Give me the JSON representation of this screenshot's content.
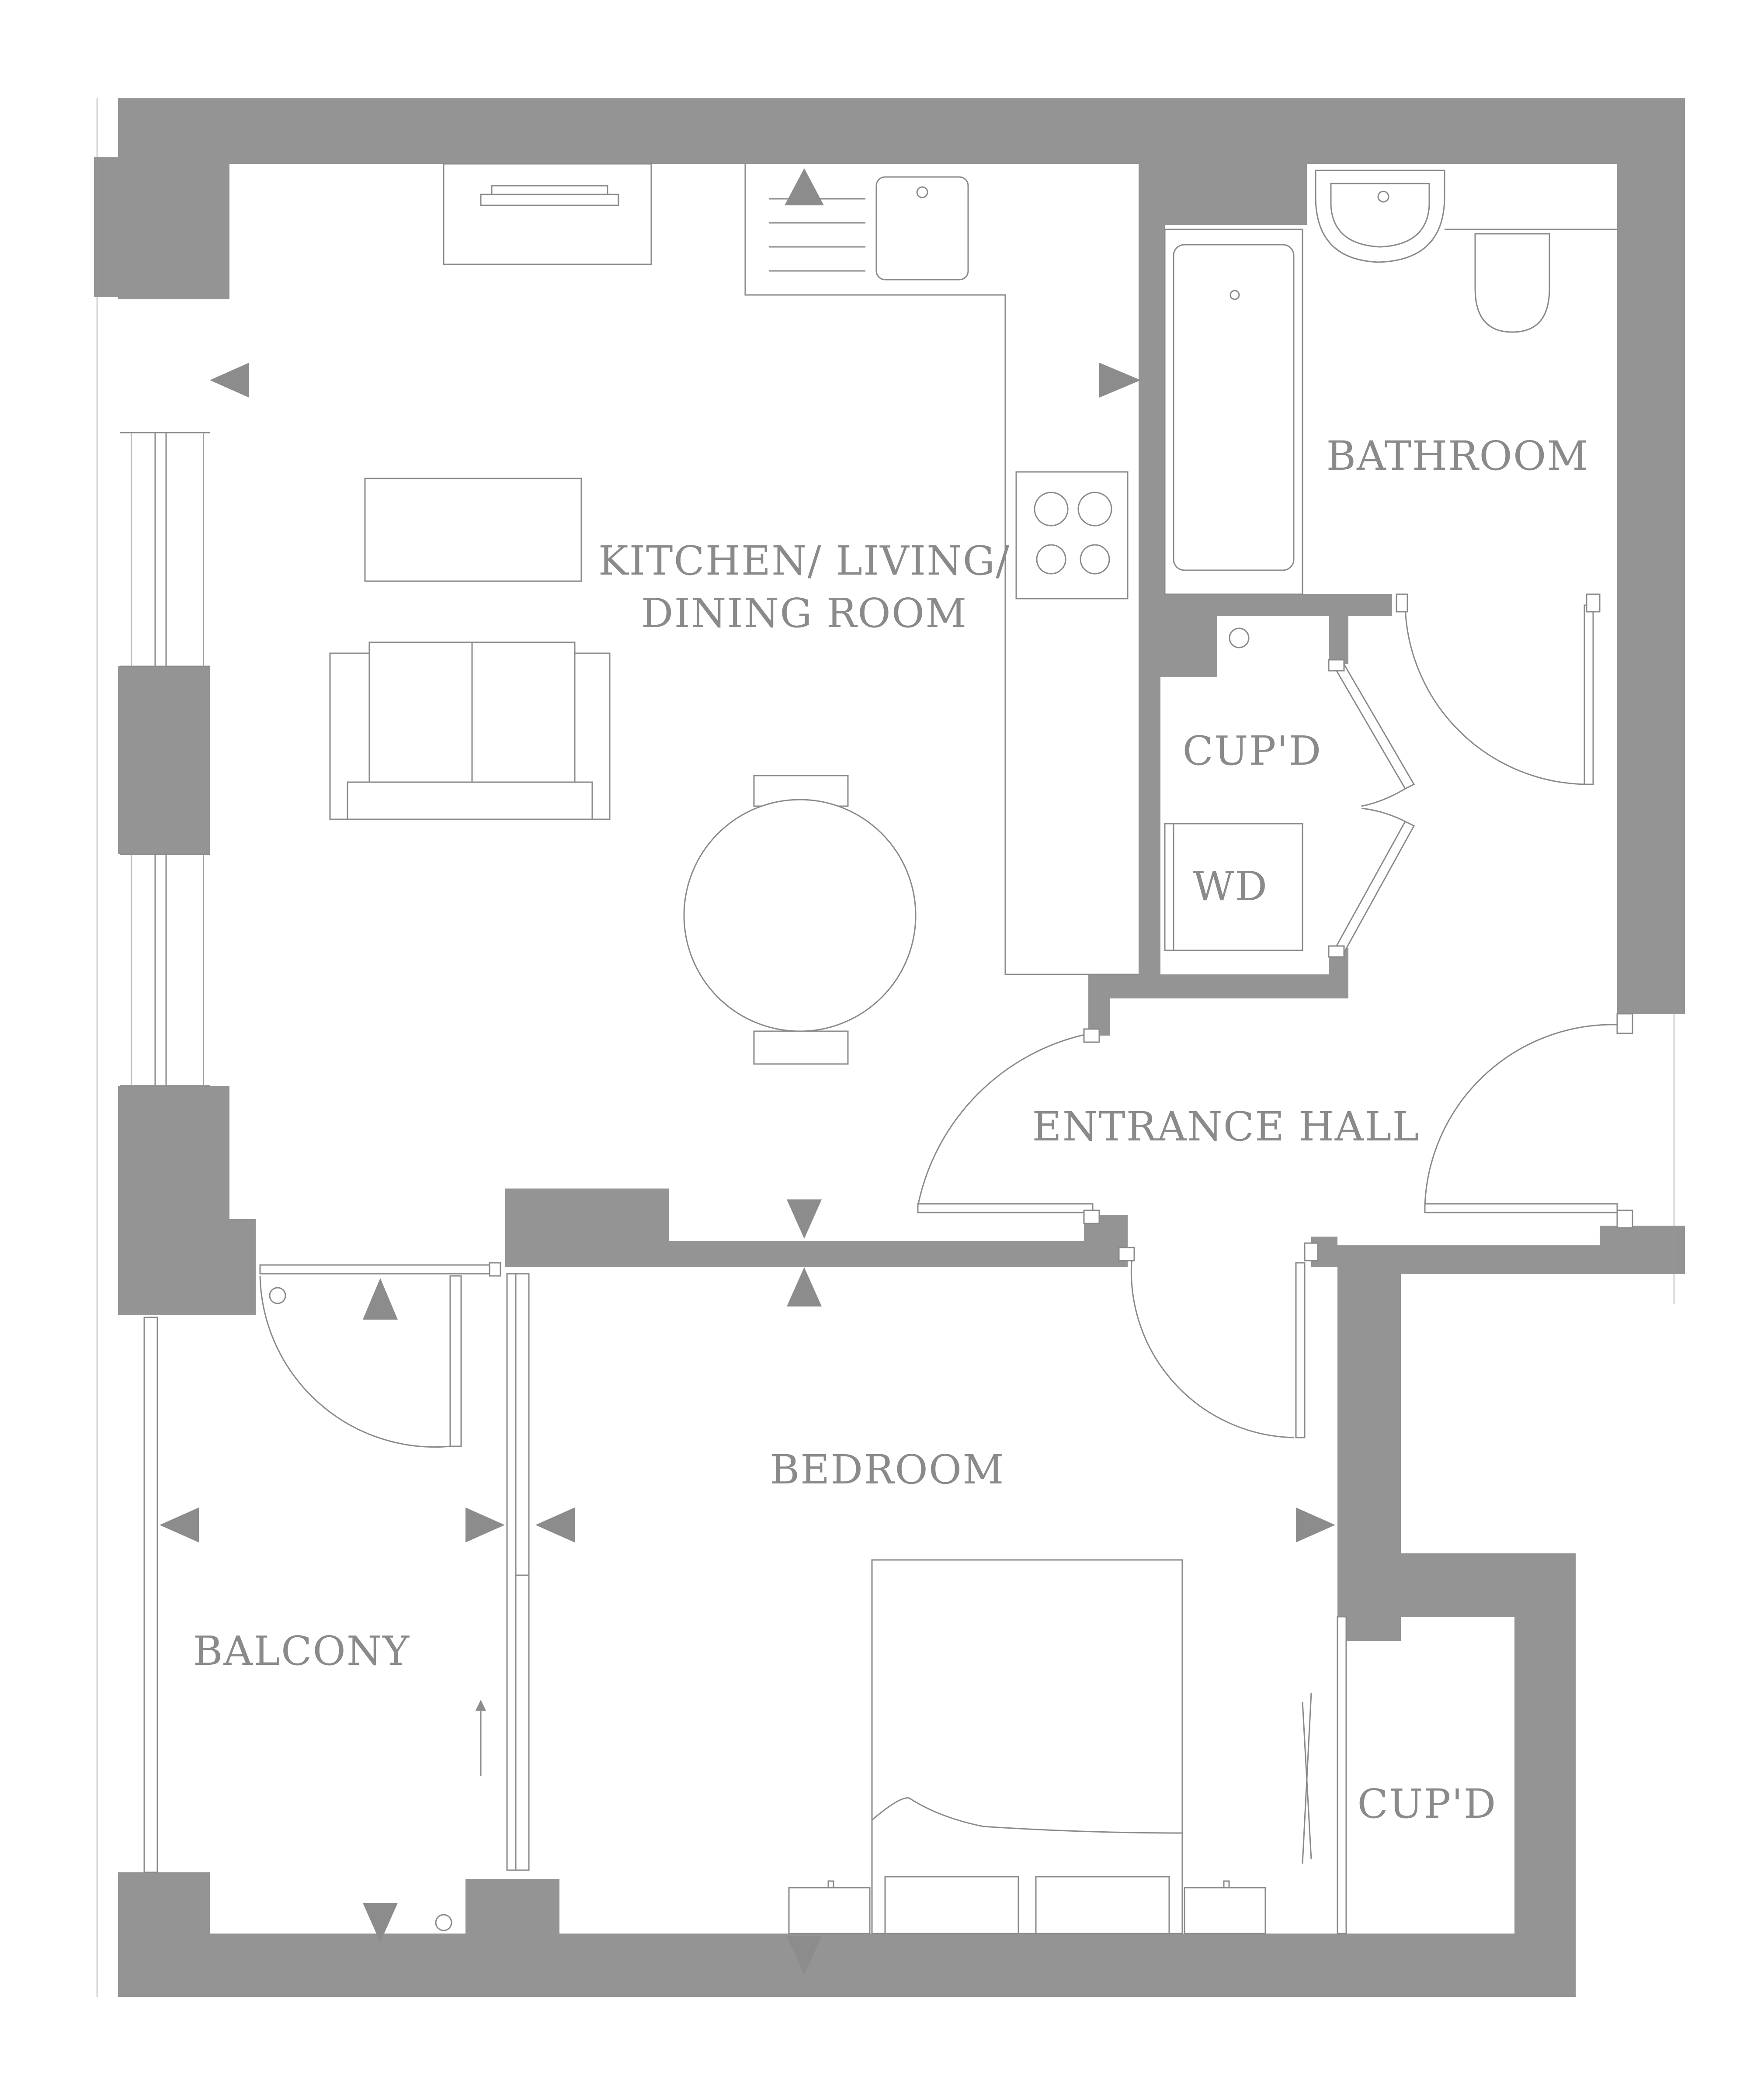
{
  "rooms": {
    "kitchen_line1": "KITCHEN/ LIVING/",
    "kitchen_line2": "DINING ROOM",
    "bathroom": "BATHROOM",
    "cupd_hall": "CUP'D",
    "wd": "WD",
    "entrance_hall": "ENTRANCE HALL",
    "bedroom": "BEDROOM",
    "balcony": "BALCONY",
    "cupd_bedroom": "CUP'D"
  },
  "colors": {
    "wall": "#949494",
    "line": "#8a8a8a",
    "label": "#8a8a8a",
    "background": "#ffffff"
  },
  "icons": [
    "dimension-arrow-icon",
    "door-swing-icon",
    "window-icon",
    "bath-icon",
    "basin-icon",
    "toilet-icon",
    "sink-icon",
    "hob-icon",
    "sofa-icon",
    "dining-table-icon",
    "bed-icon",
    "tv-unit-icon",
    "sliding-door-arrow-icon"
  ]
}
